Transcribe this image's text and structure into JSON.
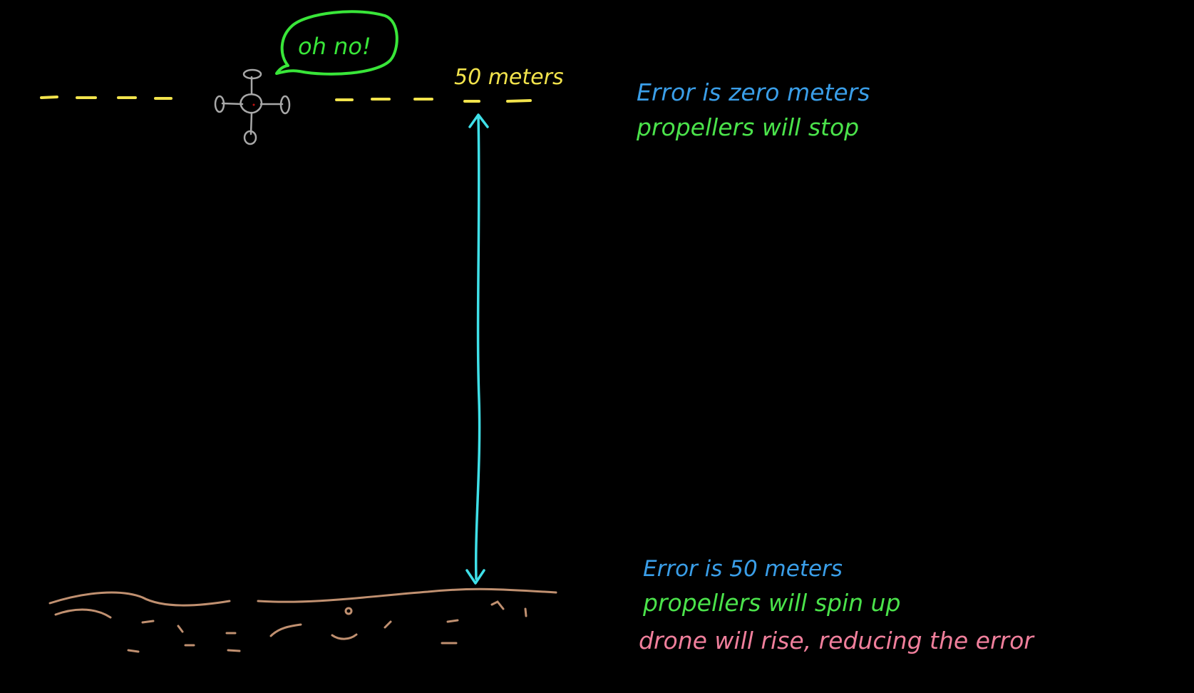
{
  "speech_bubble": {
    "text": "oh no!",
    "color": "#39e639"
  },
  "target": {
    "label": "50 meters",
    "color": "#f2e34c"
  },
  "arrow_color": "#3fe0e8",
  "ground_color": "#c09070",
  "drone_color": "#a8a8a8",
  "top_notes": {
    "error": "Error is zero meters",
    "propellers": "propellers will stop"
  },
  "bottom_notes": {
    "error": "Error is 50 meters",
    "propellers": "propellers will spin up",
    "drone": "drone will rise, reducing the error"
  },
  "note_colors": {
    "error": "#3a9ee8",
    "propellers": "#4be34b",
    "drone": "#f07f9c"
  }
}
